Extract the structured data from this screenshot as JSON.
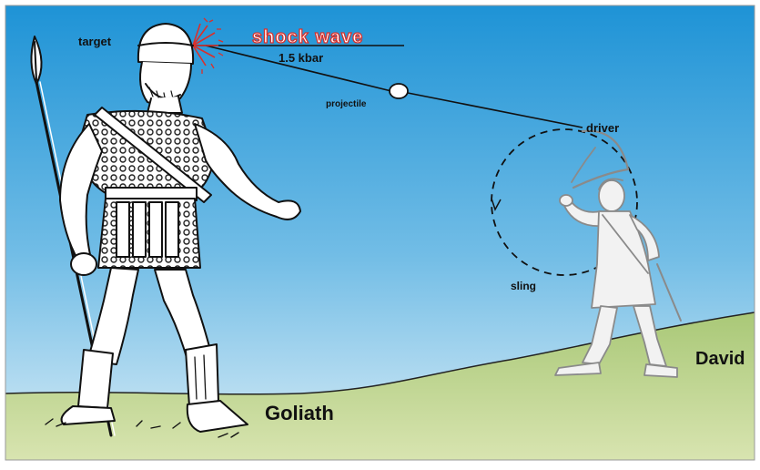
{
  "labels": {
    "target": "target",
    "shock_wave": "shock wave",
    "pressure": "1.5 kbar",
    "projectile": "projectile",
    "driver": "driver",
    "sling": "sling",
    "goliath": "Goliath",
    "david": "David"
  },
  "colors": {
    "sky_top": "#1e93d6",
    "sky_bottom": "#d8ecf6",
    "ground_top": "#a9c877",
    "ground_bottom": "#d8e4b0",
    "shock_wave": "#d9302b",
    "line": "#111111"
  }
}
